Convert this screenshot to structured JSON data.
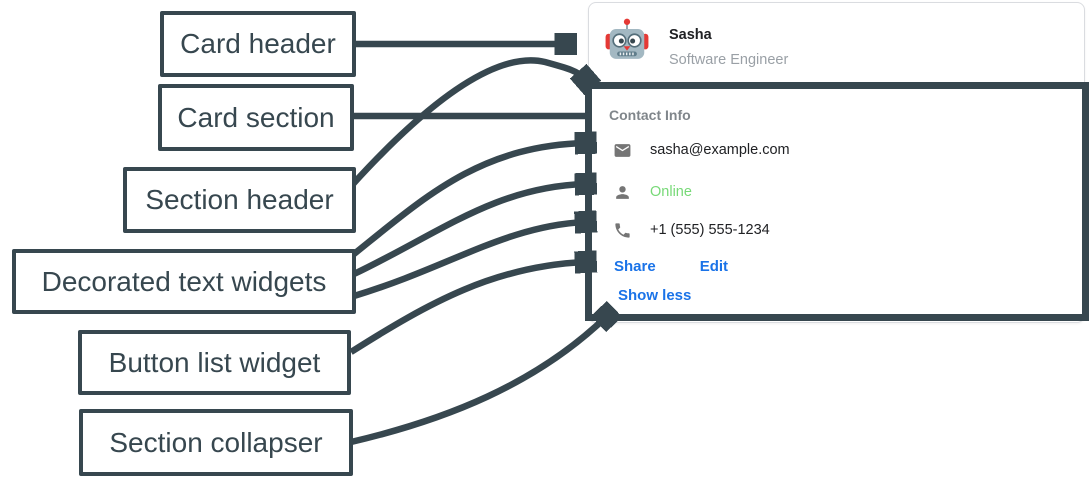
{
  "colors": {
    "annotation_dark": "#37474F",
    "link_blue": "#1A73E8",
    "online_green": "#77D977",
    "card_border_gray": "#DADCE0",
    "section_title_gray": "#80868B",
    "subtitle_gray": "#9AA0A6",
    "icon_gray": "#757575",
    "text_dark": "#202124"
  },
  "annotations": {
    "labels": [
      {
        "id": "card-header",
        "text": "Card header"
      },
      {
        "id": "card-section",
        "text": "Card section"
      },
      {
        "id": "section-header",
        "text": "Section header"
      },
      {
        "id": "decorated-text-widgets",
        "text": "Decorated text widgets"
      },
      {
        "id": "button-list-widget",
        "text": "Button list widget"
      },
      {
        "id": "section-collapser",
        "text": "Section collapser"
      }
    ]
  },
  "card": {
    "header": {
      "name": "Sasha",
      "subtitle": "Software Engineer",
      "avatar": "robot-avatar"
    },
    "section": {
      "title": "Contact Info",
      "rows": [
        {
          "icon": "mail-icon",
          "text": "sasha@example.com"
        },
        {
          "icon": "person-icon",
          "text": "Online"
        },
        {
          "icon": "phone-icon",
          "text": "+1 (555) 555-1234"
        }
      ],
      "buttons": [
        {
          "label": "Share"
        },
        {
          "label": "Edit"
        }
      ],
      "collapser_label": "Show less"
    }
  }
}
